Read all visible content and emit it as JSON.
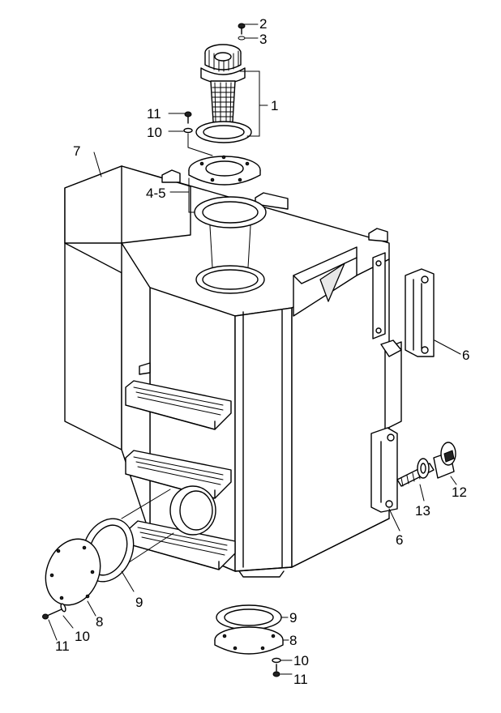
{
  "callouts": [
    {
      "id": "c2",
      "text": "2"
    },
    {
      "id": "c3",
      "text": "3"
    },
    {
      "id": "c1",
      "text": "1"
    },
    {
      "id": "c11a",
      "text": "11"
    },
    {
      "id": "c10a",
      "text": "10"
    },
    {
      "id": "c7",
      "text": "7"
    },
    {
      "id": "c45",
      "text": "4-5"
    },
    {
      "id": "c6a",
      "text": "6"
    },
    {
      "id": "c6b",
      "text": "6"
    },
    {
      "id": "c12",
      "text": "12"
    },
    {
      "id": "c13",
      "text": "13"
    },
    {
      "id": "c9a",
      "text": "9"
    },
    {
      "id": "c8a",
      "text": "8"
    },
    {
      "id": "c10b",
      "text": "10"
    },
    {
      "id": "c11b",
      "text": "11"
    },
    {
      "id": "c9b",
      "text": "9"
    },
    {
      "id": "c8b",
      "text": "8"
    },
    {
      "id": "c10c",
      "text": "10"
    },
    {
      "id": "c11c",
      "text": "11"
    }
  ]
}
